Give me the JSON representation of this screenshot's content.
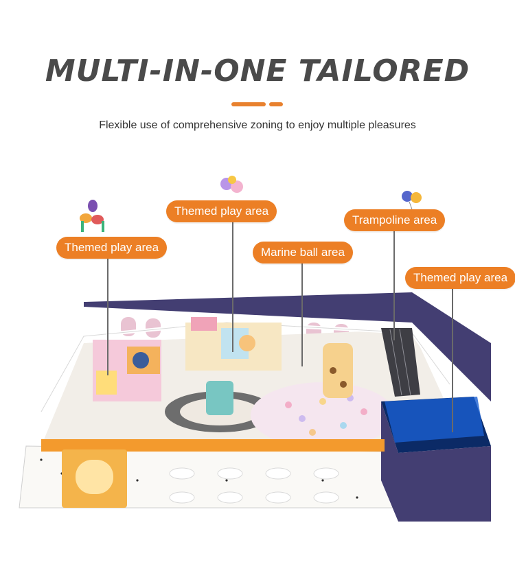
{
  "heading": {
    "title": "MULTI-IN-ONE TAILORED",
    "subtitle": "Flexible use of comprehensive zoning to enjoy multiple pleasures"
  },
  "colors": {
    "title": "#4a4a4a",
    "accent": "#e8812e",
    "label_bg": "#ec7f25",
    "wall": "#433e72",
    "floor": "#f2f0ec"
  },
  "labels": [
    {
      "text": "Themed play area",
      "icon": "balloon-dog-icon"
    },
    {
      "text": "Themed play area",
      "icon": "balloons-icon"
    },
    {
      "text": "Marine ball area",
      "icon": ""
    },
    {
      "text": "Trampoline area",
      "icon": "balloons-icon"
    },
    {
      "text": "Themed play area",
      "icon": ""
    }
  ]
}
